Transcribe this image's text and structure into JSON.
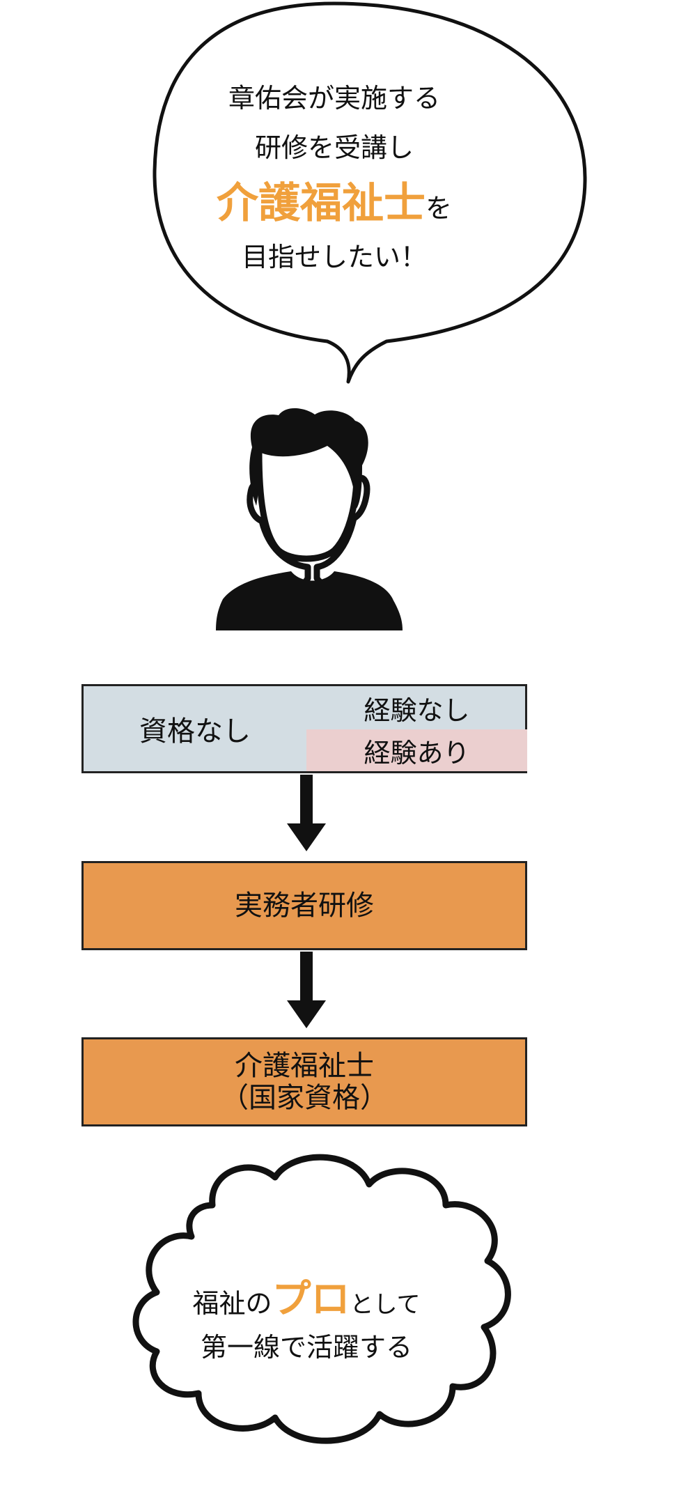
{
  "speech_bubble": {
    "line1": "章佑会が実施する",
    "line2": "研修を受講し",
    "line3_highlight": "介護福祉士",
    "line3_suffix": "を",
    "line4": "目指せしたい！"
  },
  "status_box": {
    "qualification": "資格なし",
    "experience_none": "経験なし",
    "experience_yes": "経験あり"
  },
  "training_box": {
    "label": "実務者研修"
  },
  "certification_box": {
    "line1": "介護福祉士",
    "line2": "（国家資格）"
  },
  "goal_cloud": {
    "line1_prefix": "福祉の",
    "line1_highlight": "プロ",
    "line1_suffix": "として",
    "line2": "第一線で活躍する"
  },
  "colors": {
    "highlight": "#f0a03c",
    "status_box_bg": "#d3dde3",
    "experience_yes_bg": "#ebcfcf",
    "process_box_bg": "#e8994f"
  }
}
